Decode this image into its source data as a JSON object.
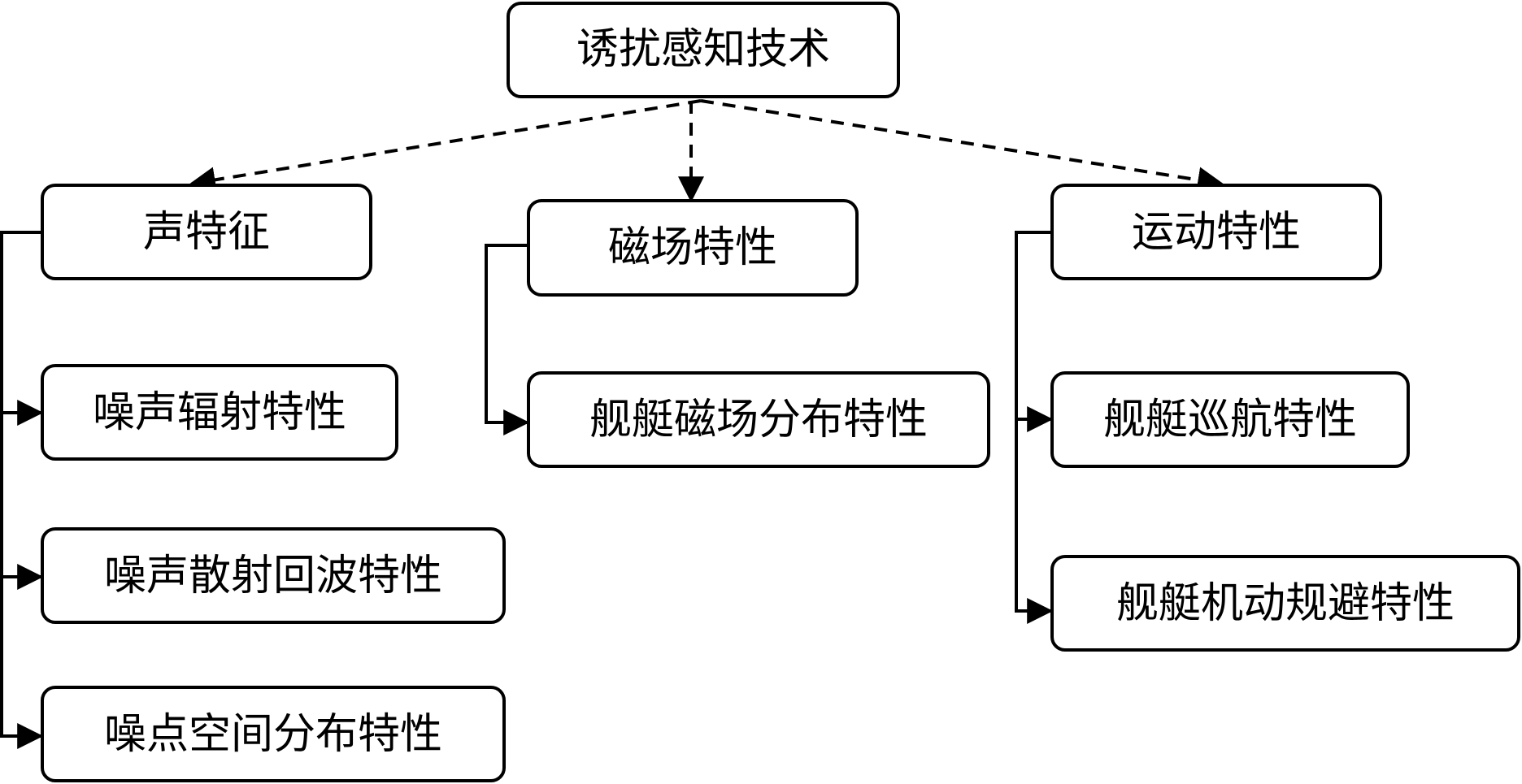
{
  "root": {
    "label": "诱扰感知技术"
  },
  "categories": [
    {
      "label": "声特征",
      "children": [
        "噪声辐射特性",
        "噪声散射回波特性",
        "噪点空间分布特性"
      ]
    },
    {
      "label": "磁场特性",
      "children": [
        "舰艇磁场分布特性"
      ]
    },
    {
      "label": "运动特性",
      "children": [
        "舰艇巡航特性",
        "舰艇机动规避特性"
      ]
    }
  ]
}
